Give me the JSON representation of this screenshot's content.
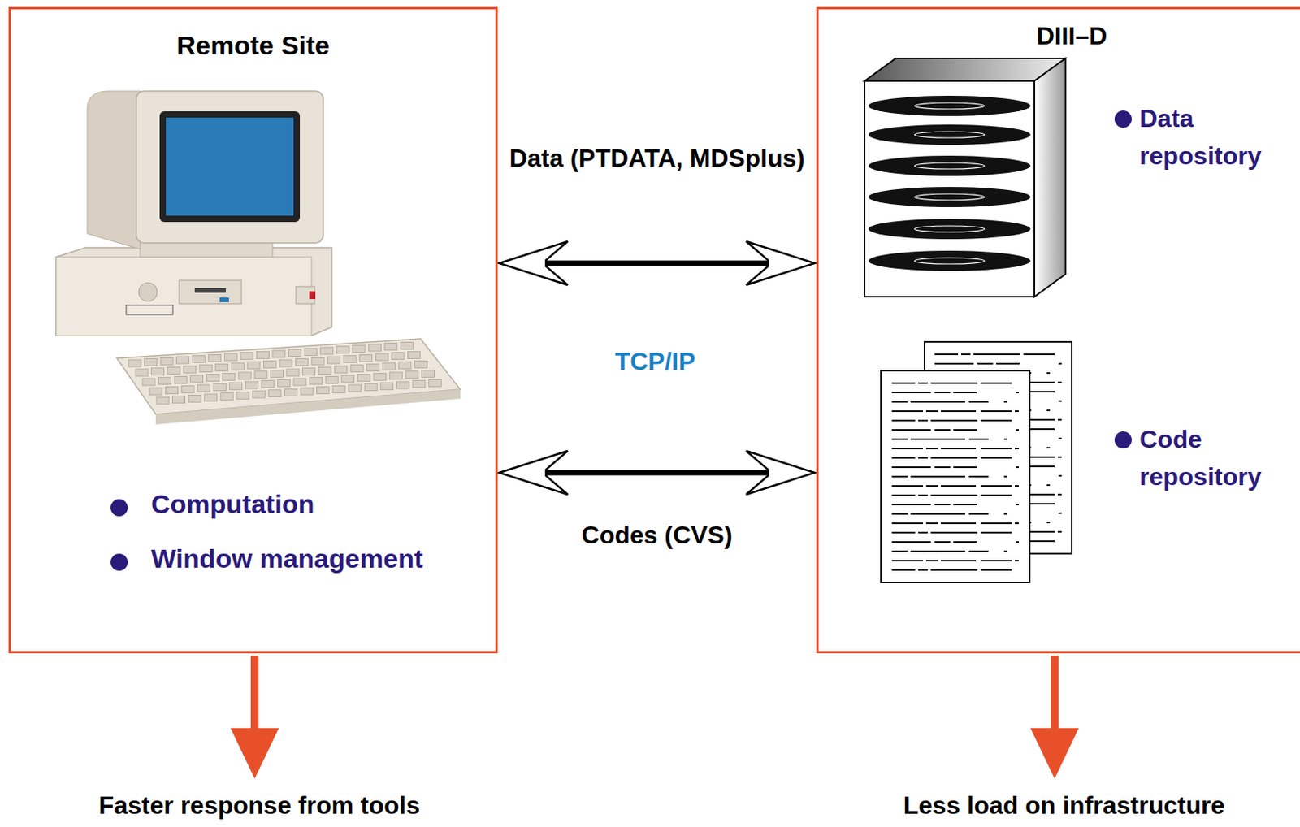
{
  "diagram": {
    "nodes": [
      {
        "text": [
          "Remote Site",
          "Computation",
          "Window management"
        ]
      },
      {
        "text": [
          "DIII–D",
          "Data repository",
          "Code repository"
        ]
      }
    ],
    "edges": [
      {
        "from": 0,
        "to": 1,
        "arrow": "both",
        "label": "Data (PTDATA, MDSplus)"
      },
      {
        "from": 0,
        "to": 1,
        "arrow": "both",
        "label": "Codes (CVS)"
      }
    ],
    "labels": [
      "TCP/IP",
      "Faster response from tools",
      "Less load on infrastructure"
    ]
  }
}
